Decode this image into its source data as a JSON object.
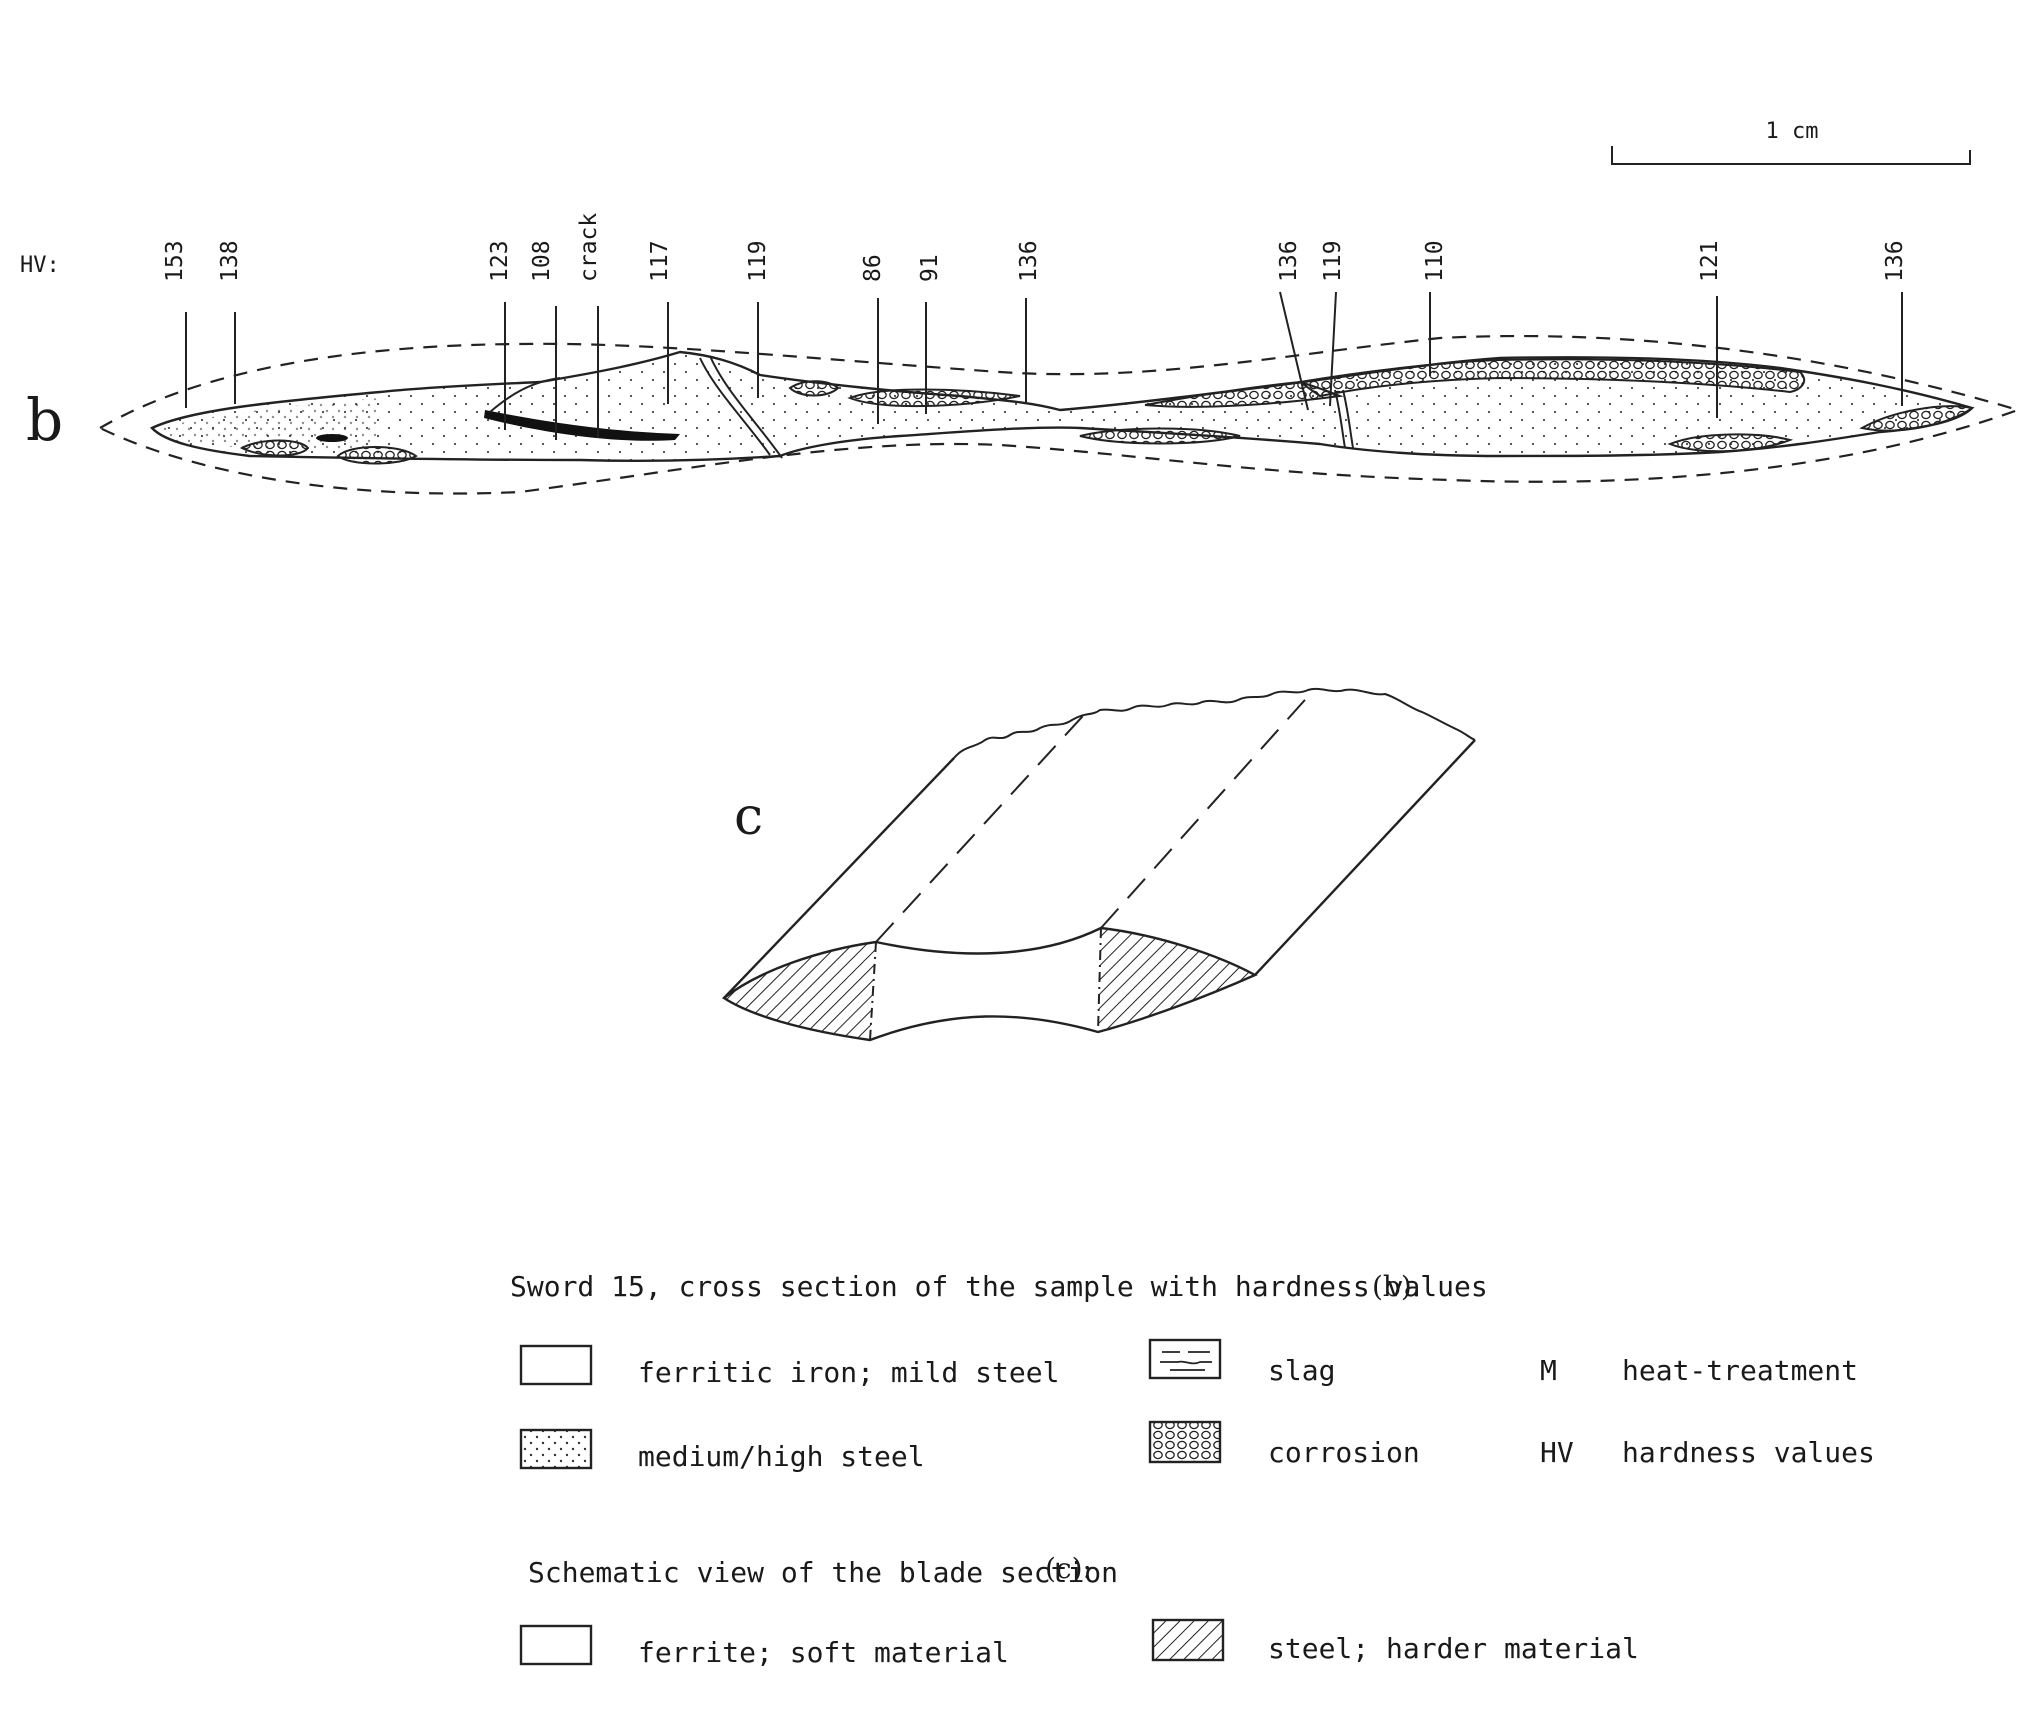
{
  "scale_bar": {
    "label": "1 cm"
  },
  "hv": {
    "prefix": "HV:",
    "values": [
      "153",
      "138",
      "123",
      "108",
      "crack",
      "117",
      "119",
      "86",
      "91",
      "136",
      "136",
      "119",
      "110",
      "121",
      "136"
    ]
  },
  "panel_b": {
    "label": "b"
  },
  "panel_c": {
    "label": "c"
  },
  "caption_b": {
    "text": "Sword 15,  cross section of the sample with hardness values",
    "ref": "(b)."
  },
  "legend_b": {
    "ferritic": "ferritic iron; mild steel",
    "slag": "slag",
    "m_code": "M",
    "m_text": "heat-treatment",
    "medium": "medium/high steel",
    "corrosion": "corrosion",
    "hv_code": "HV",
    "hv_text": "hardness values"
  },
  "caption_c": {
    "text": "Schematic view of the blade section",
    "ref": "(c):"
  },
  "legend_c": {
    "ferrite": "ferrite; soft material",
    "steel": "steel; harder material"
  }
}
